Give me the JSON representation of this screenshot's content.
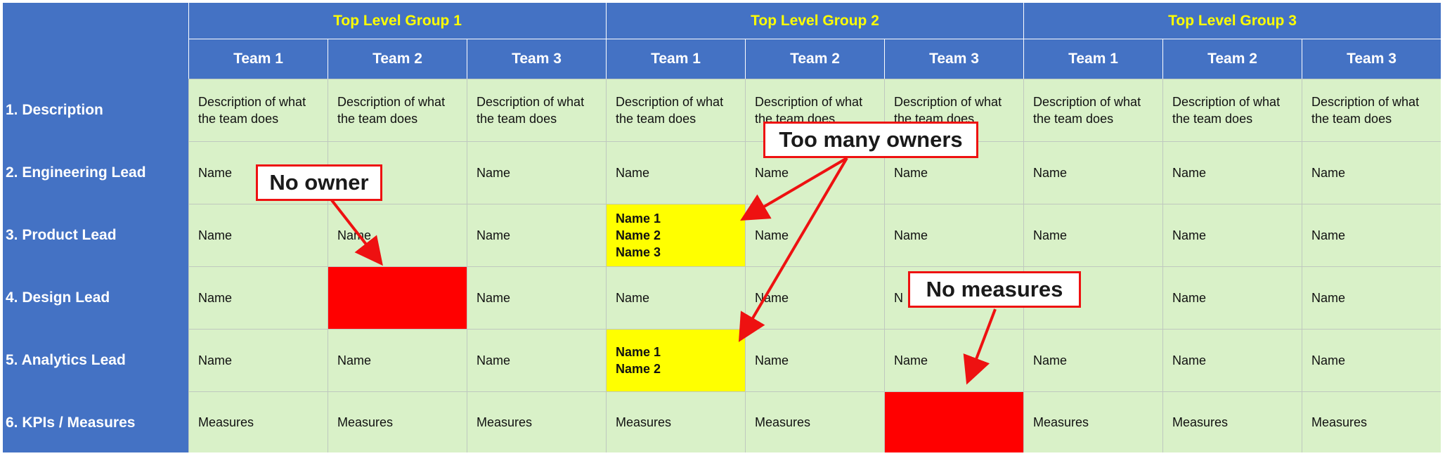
{
  "groups": [
    "Top Level Group 1",
    "Top Level Group 2",
    "Top Level Group 3"
  ],
  "teams": [
    "Team 1",
    "Team 2",
    "Team 3",
    "Team 1",
    "Team 2",
    "Team 3",
    "Team 1",
    "Team 2",
    "Team 3"
  ],
  "rows": [
    {
      "label": "1. Description",
      "cells": [
        "Description of what\nthe team does",
        "Description of what\nthe team does",
        "Description of what\nthe team does",
        "Description of what\nthe team does",
        "Description of what\nthe team does",
        "Description of what\nthe team does",
        "Description of what\nthe team does",
        "Description of what\nthe team does",
        "Description of what\nthe team does"
      ]
    },
    {
      "label": "2. Engineering Lead",
      "cells": [
        "Name",
        "",
        "Name",
        "Name",
        "Name",
        "Name",
        "Name",
        "Name",
        "Name"
      ]
    },
    {
      "label": "3. Product Lead",
      "cells": [
        "Name",
        "Name",
        "Name",
        "Name 1\nName 2\nName 3",
        "Name",
        "Name",
        "Name",
        "Name",
        "Name"
      ]
    },
    {
      "label": "4. Design Lead",
      "cells": [
        "Name",
        "",
        "Name",
        "Name",
        "Name",
        "N",
        "",
        "Name",
        "Name"
      ]
    },
    {
      "label": "5. Analytics Lead",
      "cells": [
        "Name",
        "Name",
        "Name",
        "Name 1\nName 2",
        "Name",
        "Name",
        "Name",
        "Name",
        "Name"
      ]
    },
    {
      "label": "6. KPIs / Measures",
      "cells": [
        "Measures",
        "Measures",
        "Measures",
        "Measures",
        "Measures",
        "",
        "Measures",
        "Measures",
        "Measures"
      ]
    }
  ],
  "highlights": {
    "yellow": [
      [
        2,
        3
      ],
      [
        4,
        3
      ]
    ],
    "red": [
      [
        3,
        1
      ],
      [
        5,
        5
      ]
    ]
  },
  "callouts": {
    "no_owner": "No owner",
    "too_many_owners": "Too many owners",
    "no_measures": "No measures"
  },
  "colors": {
    "header_blue": "#4472c4",
    "group_text": "#ffff00",
    "cell_green": "#d9f1c8",
    "highlight_yellow": "#ffff00",
    "highlight_red": "#ff0000",
    "arrow_red": "#ee1111"
  }
}
